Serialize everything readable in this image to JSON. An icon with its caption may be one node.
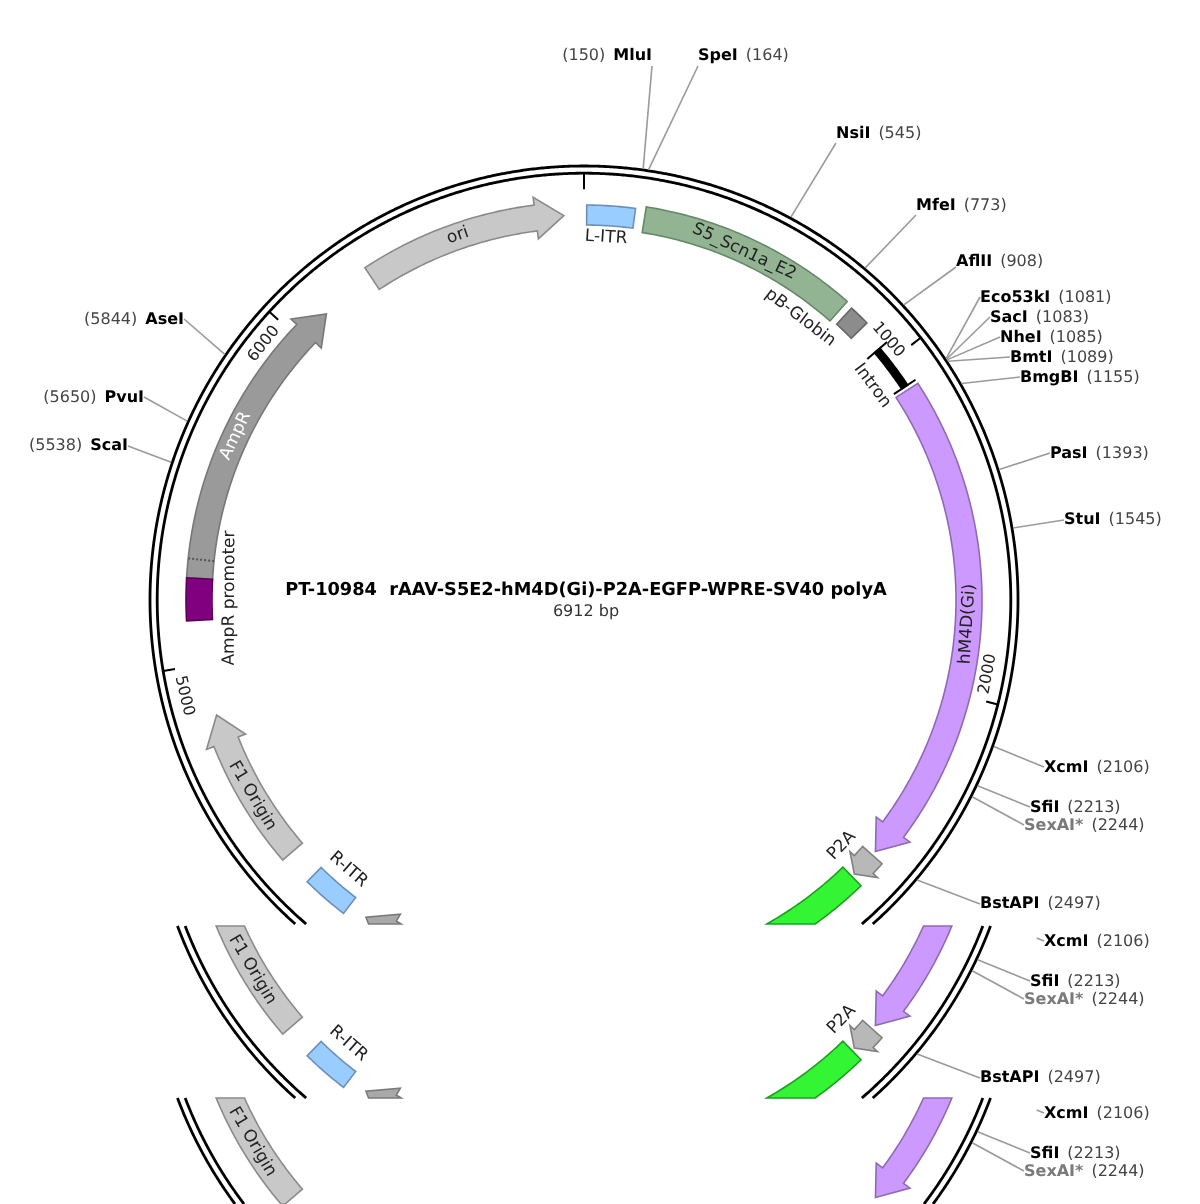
{
  "diagram": {
    "title": "PT-10984  rAAV-S5E2-hM4D(Gi)-P2A-EGFP-WPRE-SV40 polyA",
    "nodes": [
      {
        "text": [
          "(150)",
          "MluI"
        ]
      },
      {
        "text": [
          "SpeI",
          "(164)"
        ]
      },
      {
        "text": [
          "NsiI",
          "(545)"
        ]
      },
      {
        "text": [
          "MfeI",
          "(773)"
        ]
      },
      {
        "text": [
          "ori"
        ]
      },
      {
        "text": [
          "L-ITR"
        ]
      },
      {
        "text": [
          "S5_Scn1a_E2"
        ]
      },
      {
        "text": [
          "AflII",
          "(908)"
        ]
      },
      {
        "text": [
          "Eco53kI",
          "(1081)"
        ]
      },
      {
        "text": [
          "SacI",
          "(1083)"
        ]
      },
      {
        "text": [
          "NheI",
          "(1085)"
        ]
      },
      {
        "text": [
          "BmtI",
          "(1089)"
        ]
      },
      {
        "text": [
          "BmgBI",
          "(1155)"
        ]
      },
      {
        "text": [
          "pB-Globin"
        ]
      },
      {
        "text": [
          "Intron"
        ]
      },
      {
        "text": [
          "(5844)",
          "AseI"
        ]
      },
      {
        "text": [
          "AmpR"
        ]
      },
      {
        "text": [
          "(5650)",
          "PvuI"
        ]
      },
      {
        "text": [
          "(5538)",
          "ScaI"
        ]
      },
      {
        "text": [
          "PasI",
          "(1393)"
        ]
      },
      {
        "text": [
          "StuI",
          "(1545)"
        ]
      },
      {
        "text": [
          "hM4D(Gi)"
        ]
      },
      {
        "text": [
          "AmpR promoter"
        ]
      },
      {
        "text": [
          "F1 Origin"
        ]
      },
      {
        "text": [
          "XcmI",
          "(2106)"
        ]
      },
      {
        "text": [
          "SfiI",
          "(2213)"
        ]
      },
      {
        "text": [
          "SexAI*",
          "(2244)"
        ]
      },
      {
        "text": [
          "P2A"
        ]
      },
      {
        "text": [
          "R-ITR"
        ]
      },
      {
        "text": [],
        "shape": "arrow"
      },
      {
        "text": [
          "BstAPI",
          "(2497)"
        ]
      },
      {
        "text": [],
        "shape": "arrow"
      },
      {
        "text": [
          "F1 Origin"
        ]
      },
      {
        "text": [],
        "shape": "arrow"
      },
      {
        "text": [
          "XcmI",
          "(2106)"
        ]
      },
      {
        "text": [
          "SfiI",
          "(2213)"
        ]
      },
      {
        "text": [
          "SexAI*",
          "(2244)"
        ]
      },
      {
        "text": [
          "P2A"
        ]
      },
      {
        "text": [
          "R-ITR"
        ]
      },
      {
        "text": [],
        "shape": "arrow"
      },
      {
        "text": [
          "BstAPI",
          "(2497)"
        ]
      },
      {
        "text": [],
        "shape": "arrow"
      },
      {
        "text": [
          "F1 Origin"
        ]
      },
      {
        "text": [],
        "shape": "arrow"
      },
      {
        "text": [
          "XcmI",
          "(2106)"
        ]
      },
      {
        "text": [
          "SfiI",
          "(2213)"
        ]
      },
      {
        "text": [
          "SexAI*",
          "(2244)"
        ]
      }
    ],
    "edges": [
      {
        "from": 0,
        "to": null,
        "arrow": "none"
      },
      {
        "from": 1,
        "to": null,
        "arrow": "none"
      },
      {
        "from": 2,
        "to": null,
        "arrow": "none"
      },
      {
        "from": 3,
        "to": null,
        "arrow": "none"
      },
      {
        "from": 7,
        "to": null,
        "arrow": "none"
      },
      {
        "from": 8,
        "to": null,
        "arrow": "none"
      },
      {
        "from": 9,
        "to": null,
        "arrow": "none"
      },
      {
        "from": 10,
        "to": null,
        "arrow": "none"
      },
      {
        "from": 11,
        "to": null,
        "arrow": "none"
      },
      {
        "from": 12,
        "to": null,
        "arrow": "none"
      },
      {
        "from": 15,
        "to": null,
        "arrow": "none"
      },
      {
        "from": 17,
        "to": null,
        "arrow": "none"
      },
      {
        "from": 18,
        "to": null,
        "arrow": "none"
      },
      {
        "from": 19,
        "to": null,
        "arrow": "none"
      },
      {
        "from": 20,
        "to": null,
        "arrow": "none"
      },
      {
        "from": 24,
        "to": null,
        "arrow": "none"
      },
      {
        "from": 25,
        "to": null,
        "arrow": "none"
      },
      {
        "from": 26,
        "to": null,
        "arrow": "none"
      },
      {
        "from": 30,
        "to": null,
        "arrow": "none"
      },
      {
        "from": 34,
        "to": null,
        "arrow": "none"
      },
      {
        "from": 35,
        "to": null,
        "arrow": "none"
      },
      {
        "from": 36,
        "to": null,
        "arrow": "none"
      },
      {
        "from": 40,
        "to": null,
        "arrow": "none"
      },
      {
        "from": 44,
        "to": null,
        "arrow": "none"
      },
      {
        "from": 45,
        "to": null,
        "arrow": "none"
      },
      {
        "from": 46,
        "to": null,
        "arrow": "none"
      }
    ],
    "labels": [
      "6000",
      "1000",
      "6912 bp",
      "2000",
      "5000"
    ]
  }
}
